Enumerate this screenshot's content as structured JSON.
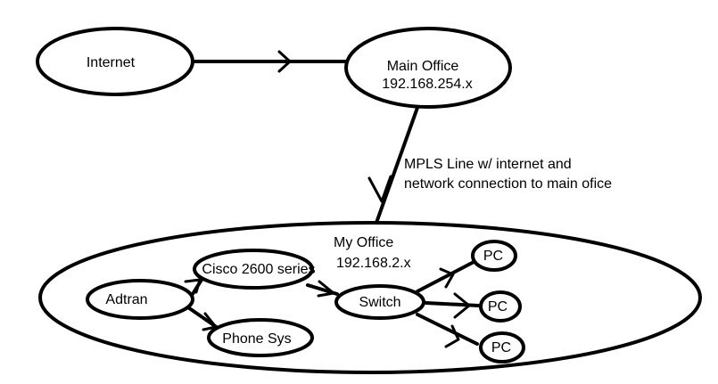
{
  "nodes": {
    "internet": "Internet",
    "main_office": {
      "name": "Main Office",
      "ip": "192.168.254.x"
    },
    "my_office": {
      "name": "My Office",
      "ip": "192.168.2.x"
    },
    "adtran": "Adtran",
    "cisco": "Cisco 2600 series",
    "phone": "Phone Sys",
    "switch": "Switch",
    "pc1": "PC",
    "pc2": "PC",
    "pc3": "PC"
  },
  "links": {
    "mpls_line1": "MPLS Line w/ internet and",
    "mpls_line2": "network connection to main ofice"
  }
}
